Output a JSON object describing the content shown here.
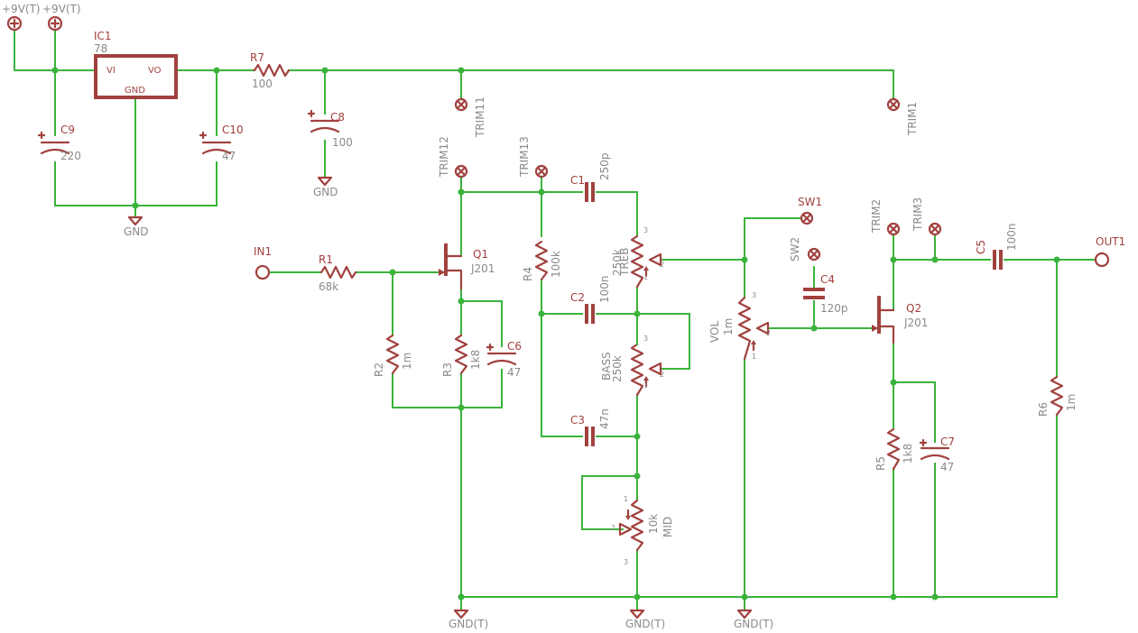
{
  "supplies": {
    "v1": "+9V(T)",
    "v2": "+9V(T)"
  },
  "ic1": {
    "name": "IC1",
    "value": "78",
    "vi": "VI",
    "vo": "VO",
    "gnd": "GND"
  },
  "resistors": {
    "r1": {
      "name": "R1",
      "value": "68k"
    },
    "r2": {
      "name": "R2",
      "value": "1m"
    },
    "r3": {
      "name": "R3",
      "value": "1k8"
    },
    "r4": {
      "name": "R4",
      "value": "100k"
    },
    "r5": {
      "name": "R5",
      "value": "1k8"
    },
    "r6": {
      "name": "R6",
      "value": "1m"
    },
    "r7": {
      "name": "R7",
      "value": "100"
    }
  },
  "capacitors": {
    "c1": {
      "name": "C1",
      "value": "250p"
    },
    "c2": {
      "name": "C2",
      "value": "100n"
    },
    "c3": {
      "name": "C3",
      "value": "47n"
    },
    "c4": {
      "name": "C4",
      "value": "120p"
    },
    "c5": {
      "name": "C5",
      "value": "100n"
    },
    "c6": {
      "name": "C6",
      "value": "47"
    },
    "c7": {
      "name": "C7",
      "value": "47"
    },
    "c8": {
      "name": "C8",
      "value": "100"
    },
    "c9": {
      "name": "C9",
      "value": "220"
    },
    "c10": {
      "name": "C10",
      "value": "47"
    }
  },
  "transistors": {
    "q1": {
      "name": "Q1",
      "value": "J201"
    },
    "q2": {
      "name": "Q2",
      "value": "J201"
    }
  },
  "pots": {
    "treb": {
      "name": "TREB",
      "value": "250k"
    },
    "bass": {
      "name": "BASS",
      "value": "250k"
    },
    "mid": {
      "name": "MID",
      "value": "10k"
    },
    "vol": {
      "name": "VOL",
      "value": "1m"
    },
    "pin1": "1",
    "pin2": "2",
    "pin3": "3"
  },
  "pads": {
    "trim1": "TRIM1",
    "trim2": "TRIM2",
    "trim3": "TRIM3",
    "trim11": "TRIM11",
    "trim12": "TRIM12",
    "trim13": "TRIM13",
    "sw1": "SW1",
    "sw2": "SW2",
    "in1": "IN1",
    "out1": "OUT1"
  },
  "grounds": {
    "gnd": "GND",
    "gnd_t": "GND(T)"
  }
}
